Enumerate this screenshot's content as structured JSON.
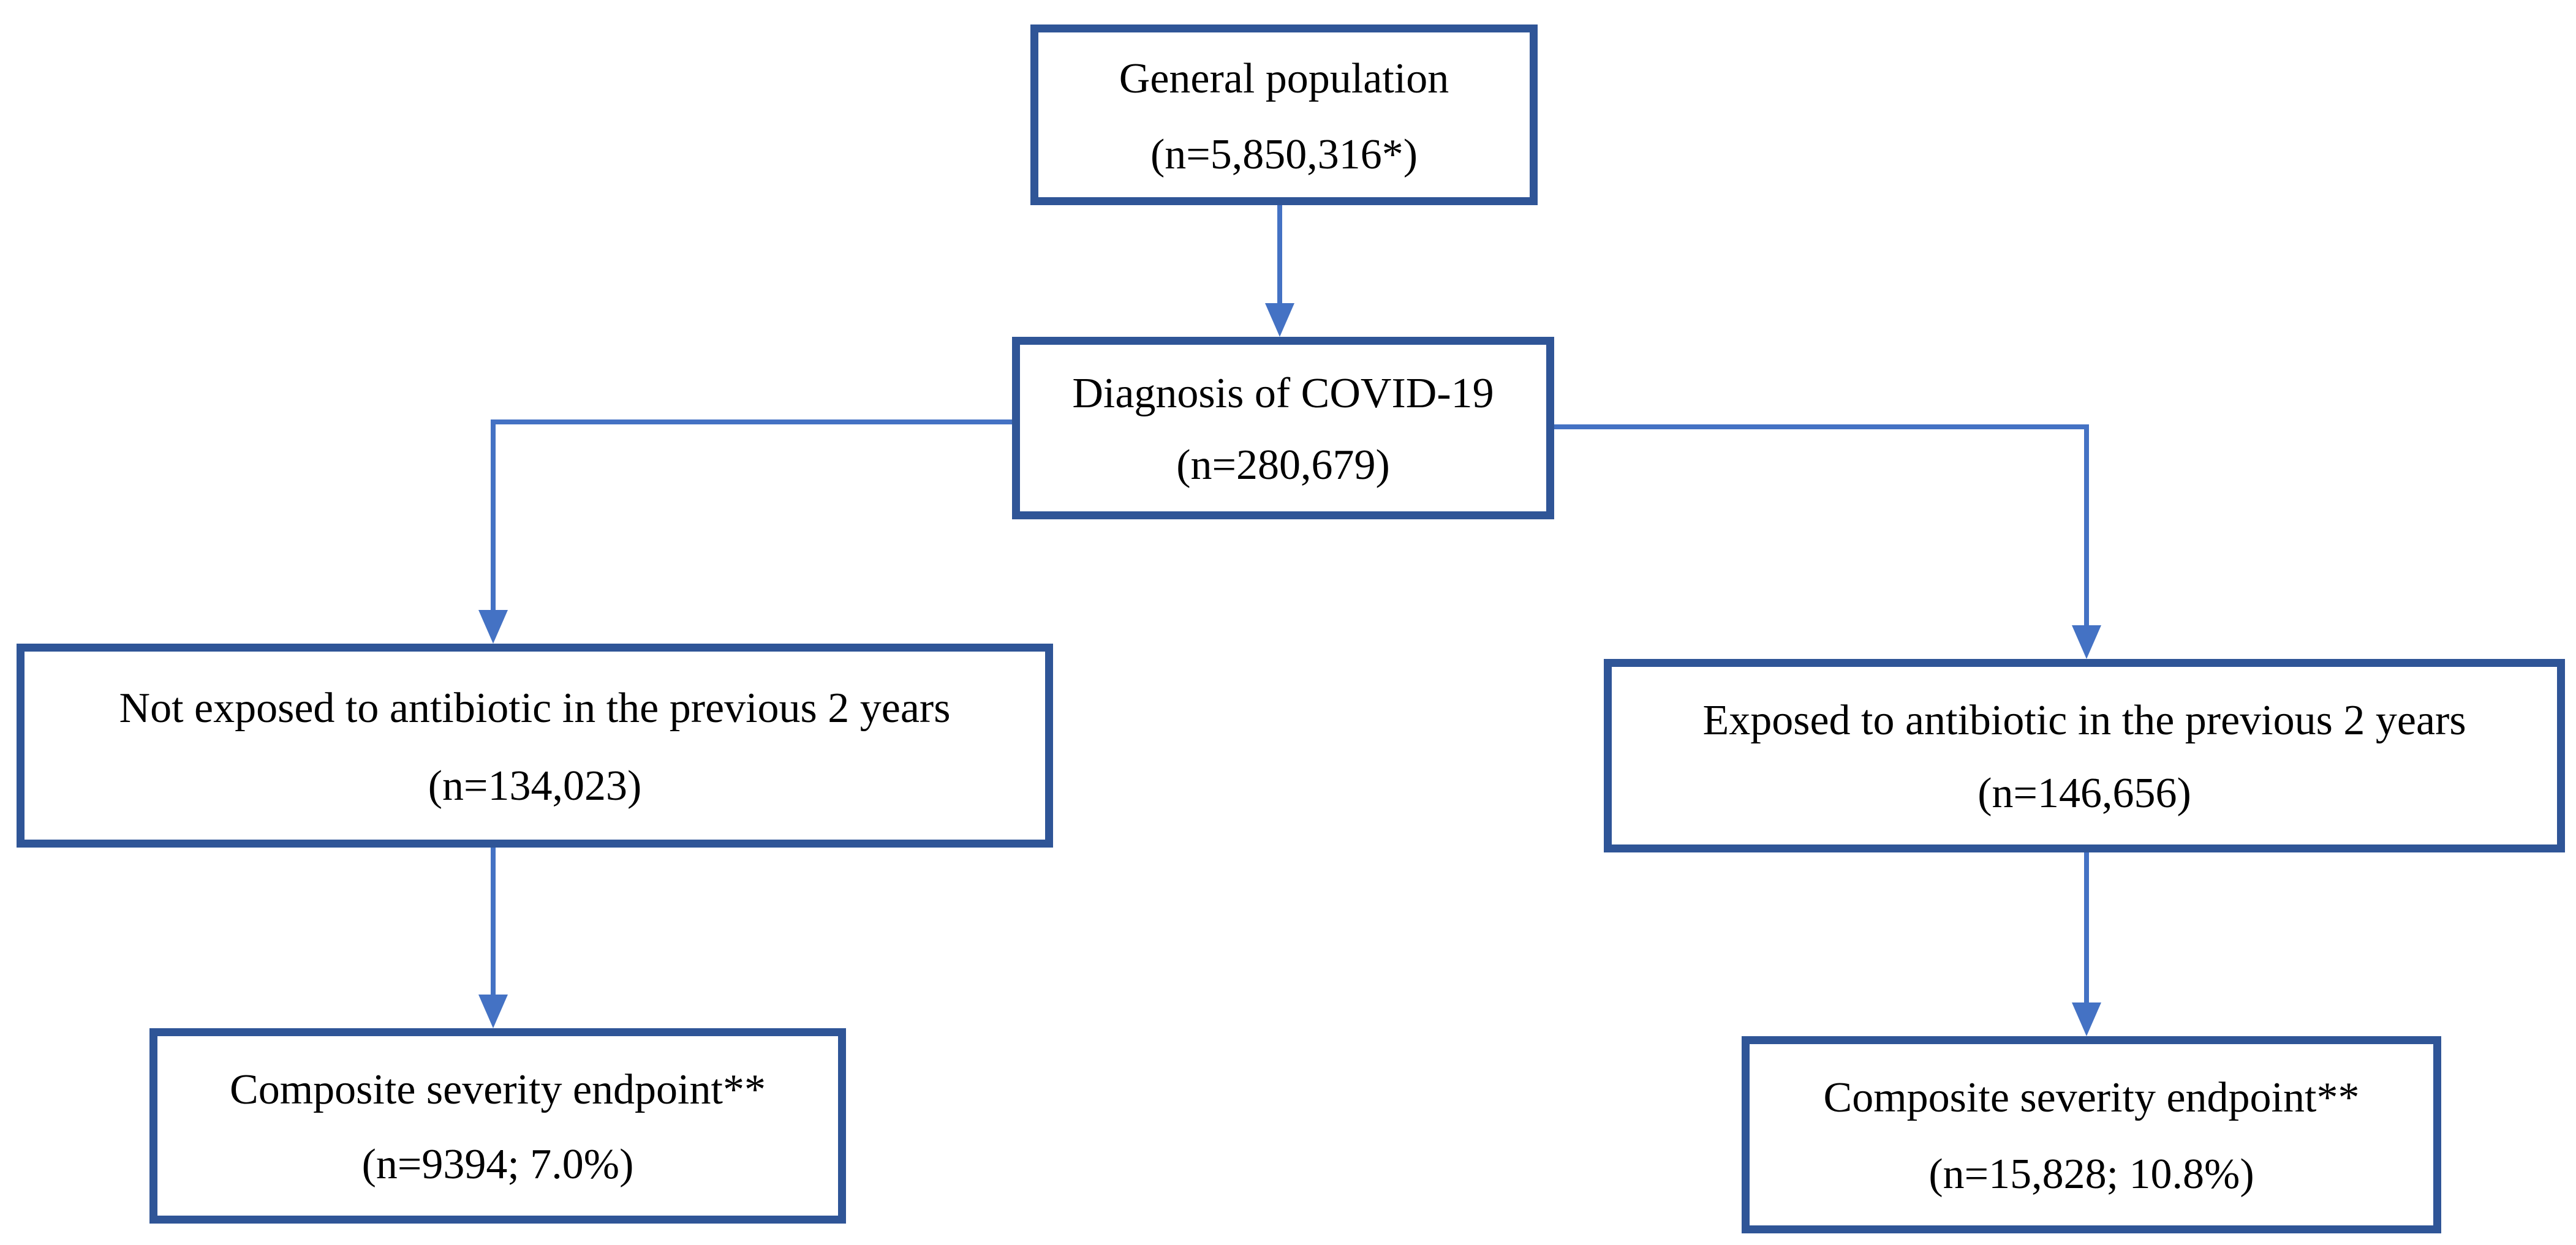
{
  "diagram": {
    "background_color": "#ffffff",
    "box_border_color": "#2F5597",
    "connector_color": "#4472C4",
    "text_color": "#000000",
    "nodes": [
      {
        "id": "general",
        "title": "General population",
        "count": "(n=5,850,316*)"
      },
      {
        "id": "diagnosis",
        "title": "Diagnosis of COVID-19",
        "count": "(n=280,679)"
      },
      {
        "id": "not_exposed",
        "title": "Not exposed to antibiotic in the previous 2 years",
        "count": "(n=134,023)"
      },
      {
        "id": "exposed",
        "title": "Exposed to antibiotic in the previous 2 years",
        "count": "(n=146,656)"
      },
      {
        "id": "endpoint_left",
        "title": "Composite severity endpoint**",
        "count": "(n=9394; 7.0%)"
      },
      {
        "id": "endpoint_right",
        "title": "Composite severity endpoint**",
        "count": "(n=15,828; 10.8%)"
      }
    ],
    "edges": [
      {
        "from": "general",
        "to": "diagnosis"
      },
      {
        "from": "diagnosis",
        "to": "not_exposed"
      },
      {
        "from": "diagnosis",
        "to": "exposed"
      },
      {
        "from": "not_exposed",
        "to": "endpoint_left"
      },
      {
        "from": "exposed",
        "to": "endpoint_right"
      }
    ]
  }
}
